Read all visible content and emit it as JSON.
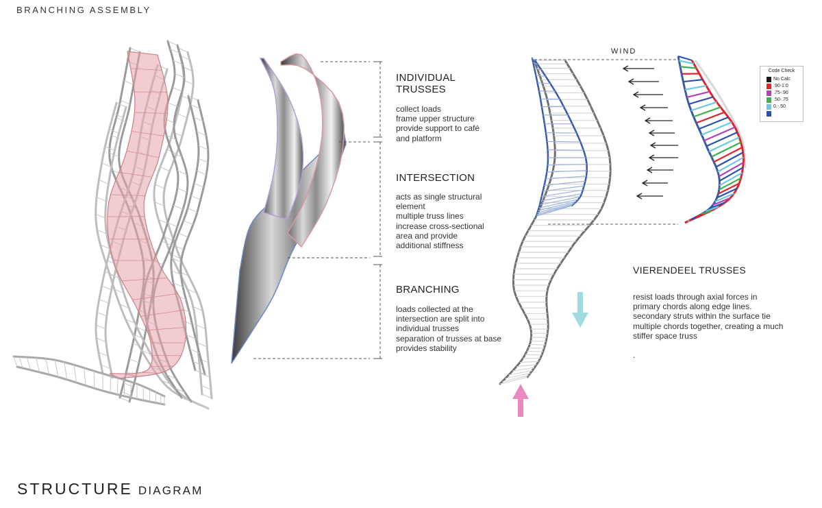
{
  "header": {
    "title": "BRANCHING ASSEMBLY"
  },
  "sections": [
    {
      "title": [
        "INDIVIDUAL",
        "TRUSSES"
      ],
      "lines": [
        "collect loads",
        "frame upper structure",
        "provide support to café",
        "and platform"
      ]
    },
    {
      "title": [
        "INTERSECTION"
      ],
      "lines": [
        "acts as single structural",
        "element",
        "multiple truss lines",
        "increase cross-sectional",
        "area and provide",
        "additional stiffness"
      ]
    },
    {
      "title": [
        "BRANCHING"
      ],
      "lines": [
        "loads collected at the",
        "intersection are split into",
        "individual trusses",
        "separation of trusses at base",
        "provides stability"
      ]
    }
  ],
  "wind_label": "WIND",
  "legend": {
    "title": "Code Check",
    "items": [
      {
        "label": "No Calc",
        "color": "#1a1a1a"
      },
      {
        "label": ".90-1.0",
        "color": "#e0242c"
      },
      {
        "label": ".75-.90",
        "color": "#b040b8"
      },
      {
        "label": ".50-.75",
        "color": "#3cb04c"
      },
      {
        "label": "0.-.50",
        "color": "#6cc8e0"
      },
      {
        "label": "",
        "color": "#2a50b0"
      }
    ]
  },
  "vierendeel": {
    "title": "VIERENDEEL TRUSSES",
    "lines": [
      "resist loads through axial forces in",
      "primary chords along edge lines.",
      "secondary struts within the surface tie",
      "multiple chords together, creating a much",
      "stiffer space truss",
      "",
      "."
    ]
  },
  "footer": {
    "title_big": "STRUCTURE",
    "title_small": "DIAGRAM"
  },
  "colors": {
    "pink_arrow": "#e889bf",
    "cyan_arrow": "#9fdbe0",
    "truss_pink": "#e6a4ac",
    "chord_blue": "#3b5aa8",
    "bracket": "#555555"
  }
}
